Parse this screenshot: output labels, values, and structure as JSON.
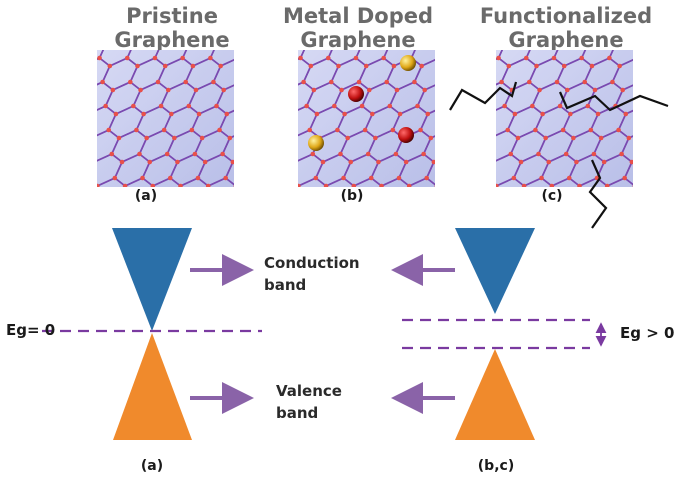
{
  "top_titles": [
    {
      "line1": "Pristine",
      "line2": "Graphene"
    },
    {
      "line1": "Metal Doped",
      "line2": "Graphene"
    },
    {
      "line1": "Functionalized",
      "line2": "Graphene"
    }
  ],
  "panel_labels": [
    "(a)",
    "(b)",
    "(c)"
  ],
  "band_labels": {
    "conduction_line1": "Conduction",
    "conduction_line2": "band",
    "valence_line1": "Valence",
    "valence_line2": "band"
  },
  "gap_labels": {
    "left": "Eg= 0",
    "right": "Eg > 0"
  },
  "bottom_labels": {
    "left": "(a)",
    "right": "(b,c)"
  },
  "colors": {
    "conduction_band": "#2a6fa8",
    "valence_band": "#f08a2c",
    "arrow": "#8a63a8",
    "dashed_line": "#7a3aa0",
    "lattice_bond": "#7a4ab0",
    "lattice_atom": "#e8504a",
    "lattice_bg": "#c9cdf0",
    "dopant_red": "#cc1010",
    "dopant_yellow": "#e0b020"
  }
}
